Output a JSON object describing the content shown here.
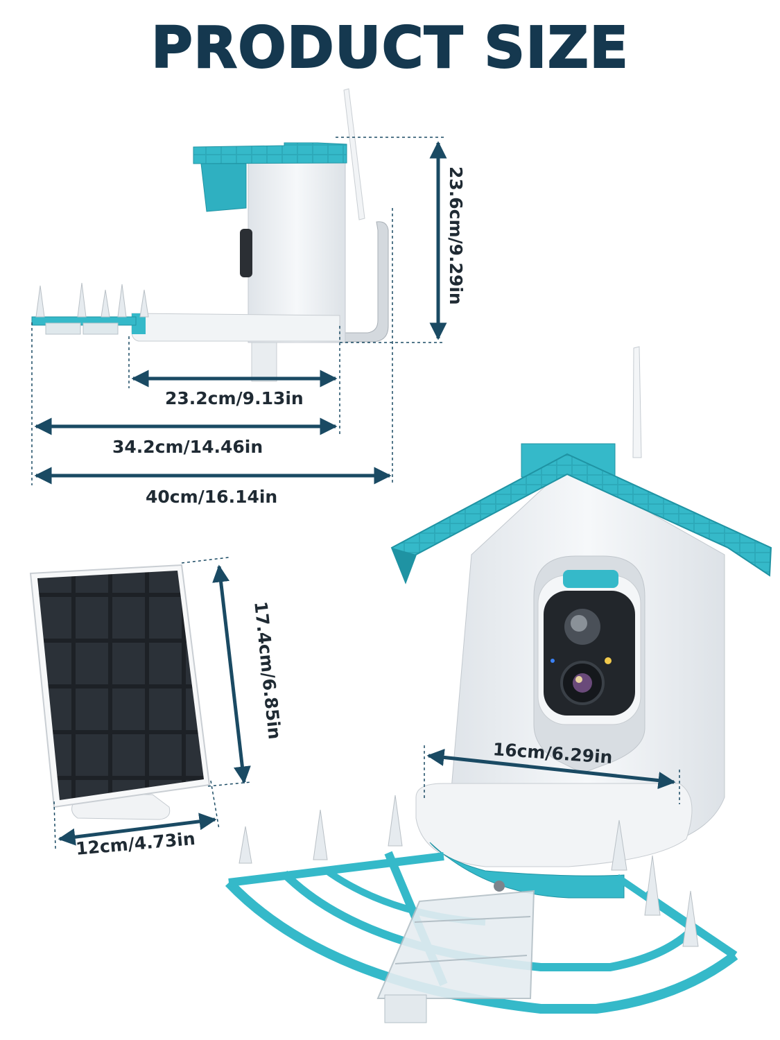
{
  "title": "PRODUCT SIZE",
  "dimensions": {
    "side_height": "23.6cm/9.29in",
    "side_inner_width": "23.2cm/9.13in",
    "side_mid_width": "34.2cm/14.46in",
    "side_total_width": "40cm/16.14in",
    "panel_height": "17.4cm/6.85in",
    "panel_width": "12cm/4.73in",
    "front_width": "16cm/6.29in"
  },
  "colors": {
    "heading": "#15384f",
    "roof": "#35b9c9",
    "roof_dark": "#1f93a3",
    "arrow": "#1a4a63",
    "body": "#eef1f4",
    "panel": "#1d2126"
  }
}
